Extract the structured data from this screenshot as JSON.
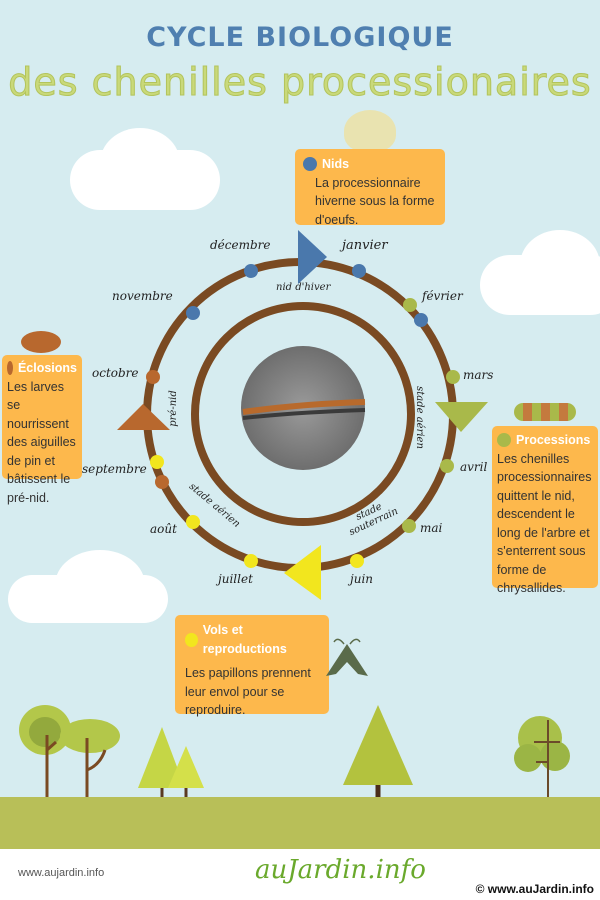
{
  "title": {
    "line1": "CYCLE BIOLOGIQUE",
    "line2": "des chenilles processionaires"
  },
  "colors": {
    "sky": "#d6ecf0",
    "box": "#fdb84c",
    "ring": "#7a4a22",
    "nids": "#4a78ac",
    "processions": "#a9b94a",
    "vols": "#f2e61e",
    "eclosions": "#b8682e"
  },
  "stages": {
    "nids": {
      "title": "Nids",
      "text": "La processionnaire hiverne sous la forme d'oeufs."
    },
    "eclosions": {
      "title": "Éclosions",
      "text": "Les larves se nourrissent des aiguilles de pin et bâtissent le pré-nid."
    },
    "processions": {
      "title": "Processions",
      "text": "Les chenilles processionnaires quittent le nid, descendent le long de l'arbre et s'enterrent sous forme de chrysallides."
    },
    "vols": {
      "title": "Vols et reproductions",
      "text": "Les papillons prennent leur envol pour se reproduire."
    }
  },
  "months": {
    "jan": "janvier",
    "feb": "février",
    "mar": "mars",
    "apr": "avril",
    "may": "mai",
    "jun": "juin",
    "jul": "juillet",
    "aug": "août",
    "sep": "septembre",
    "oct": "octobre",
    "nov": "novembre",
    "dec": "décembre"
  },
  "ring_labels": {
    "nid_hiver": "nid d'hiver",
    "stade_aerien_right": "stade aérien",
    "stade_souterrain_1": "stade",
    "stade_souterrain_2": "souterrain",
    "stade_aerien_left": "stade aérien",
    "pre_nid": "pré-nid"
  },
  "footer": {
    "url": "www.aujardin.info",
    "logo": "auJardin.info",
    "copyright": "© www.auJardin.info"
  }
}
